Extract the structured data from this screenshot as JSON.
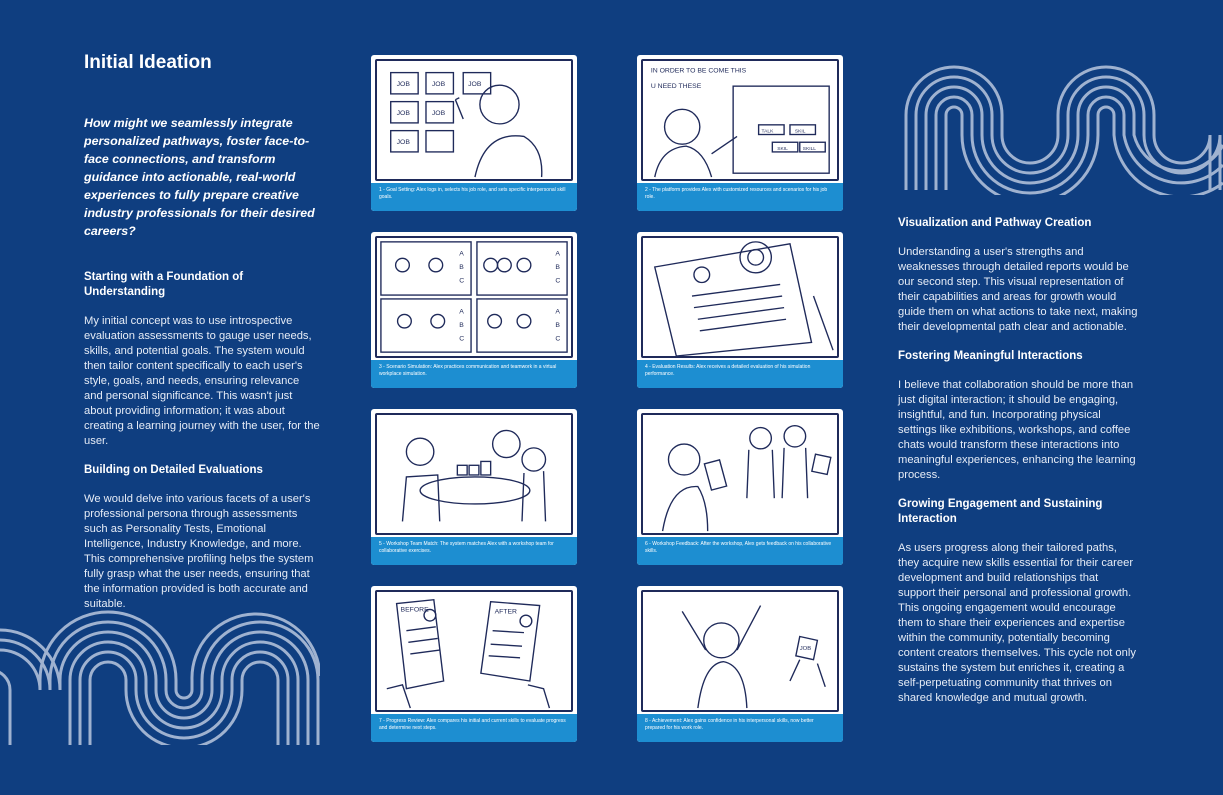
{
  "title": "Initial Ideation",
  "question": "How might we seamlessly integrate personalized pathways, foster face-to-face connections, and transform guidance into actionable, real-world experiences to fully prepare creative industry professionals for their desired careers?",
  "sections_left": [
    {
      "heading": "Starting with a Foundation of Understanding",
      "body": "My initial concept was to use introspective evaluation assessments to gauge user needs, skills, and potential goals. The system would then tailor content specifically to each user's style, goals, and needs, ensuring relevance and personal significance. This wasn't just about providing information; it was about creating a learning journey with the user, for the user."
    },
    {
      "heading": "Building on Detailed Evaluations",
      "body": "We would delve into various facets of a user's professional persona through assessments such as Personality Tests, Emotional Intelligence, Industry Knowledge, and more. This comprehensive profiling helps the system fully grasp what the user needs, ensuring that the information provided is both accurate and suitable."
    }
  ],
  "sections_right": [
    {
      "heading": "Visualization and Pathway Creation",
      "body": "Understanding a user's strengths and weaknesses through detailed reports would be our second step. This visual representation of their capabilities and areas for growth would guide them on what actions to take next, making their developmental path clear and actionable."
    },
    {
      "heading": "Fostering Meaningful Interactions",
      "body": "I believe that collaboration should be more than just digital interaction; it should be engaging, insightful, and fun. Incorporating physical settings like exhibitions, workshops, and coffee chats would transform these interactions into meaningful experiences, enhancing the learning process."
    },
    {
      "heading": "Growing Engagement and Sustaining Interaction",
      "body": "As users progress along their tailored paths, they acquire new skills essential for their career development and build relationships that support their personal and professional growth. This ongoing engagement would encourage them to share their experiences and expertise within the community, potentially becoming content creators themselves. This cycle not only sustains the system but enriches it, creating a self-perpetuating community that thrives on shared knowledge and mutual growth."
    }
  ],
  "storyboard": [
    {
      "caption": "1 - Goal Setting: Alex logs in, selects his job role, and sets specific interpersonal skill goals.",
      "sketch": [
        "JOB",
        "JOB",
        "JOB",
        "JOB",
        "JOB",
        "JOB"
      ]
    },
    {
      "caption": "2 - The platform provides Alex with customized resources and scenarios for his job role.",
      "sketch": [
        "IN ORDER TO BE COME THIS",
        "U NEED THESE",
        "TALK",
        "SKIL",
        "SKIL",
        "SKILL"
      ]
    },
    {
      "caption": "3 - Scenario Simulation: Alex practices communication and teamwork in a virtual workplace simulation.",
      "sketch": [
        "A",
        "B",
        "C",
        "A",
        "B",
        "C",
        "A",
        "B",
        "C",
        "A",
        "B",
        "C"
      ]
    },
    {
      "caption": "4 - Evaluation Results: Alex receives a detailed evaluation of his simulation performance.",
      "sketch": []
    },
    {
      "caption": "5 - Workshop Team Match: The system matches Alex with a workshop team for collaborative exercises.",
      "sketch": []
    },
    {
      "caption": "6 - Workshop Feedback: After the workshop, Alex gets feedback on his collaborative skills.",
      "sketch": []
    },
    {
      "caption": "7 - Progress Review: Alex compares his initial and current skills to evaluate progress and determine next steps.",
      "sketch": [
        "BEFORE",
        "AFTER"
      ]
    },
    {
      "caption": "8 - Achievement: Alex gains confidence in his interpersonal skills, now better prepared for his work role.",
      "sketch": [
        "JOB"
      ]
    }
  ],
  "colors": {
    "background": "#0f3e80",
    "caption_bar": "#1d8ed1",
    "wave": "#b9c7de"
  }
}
